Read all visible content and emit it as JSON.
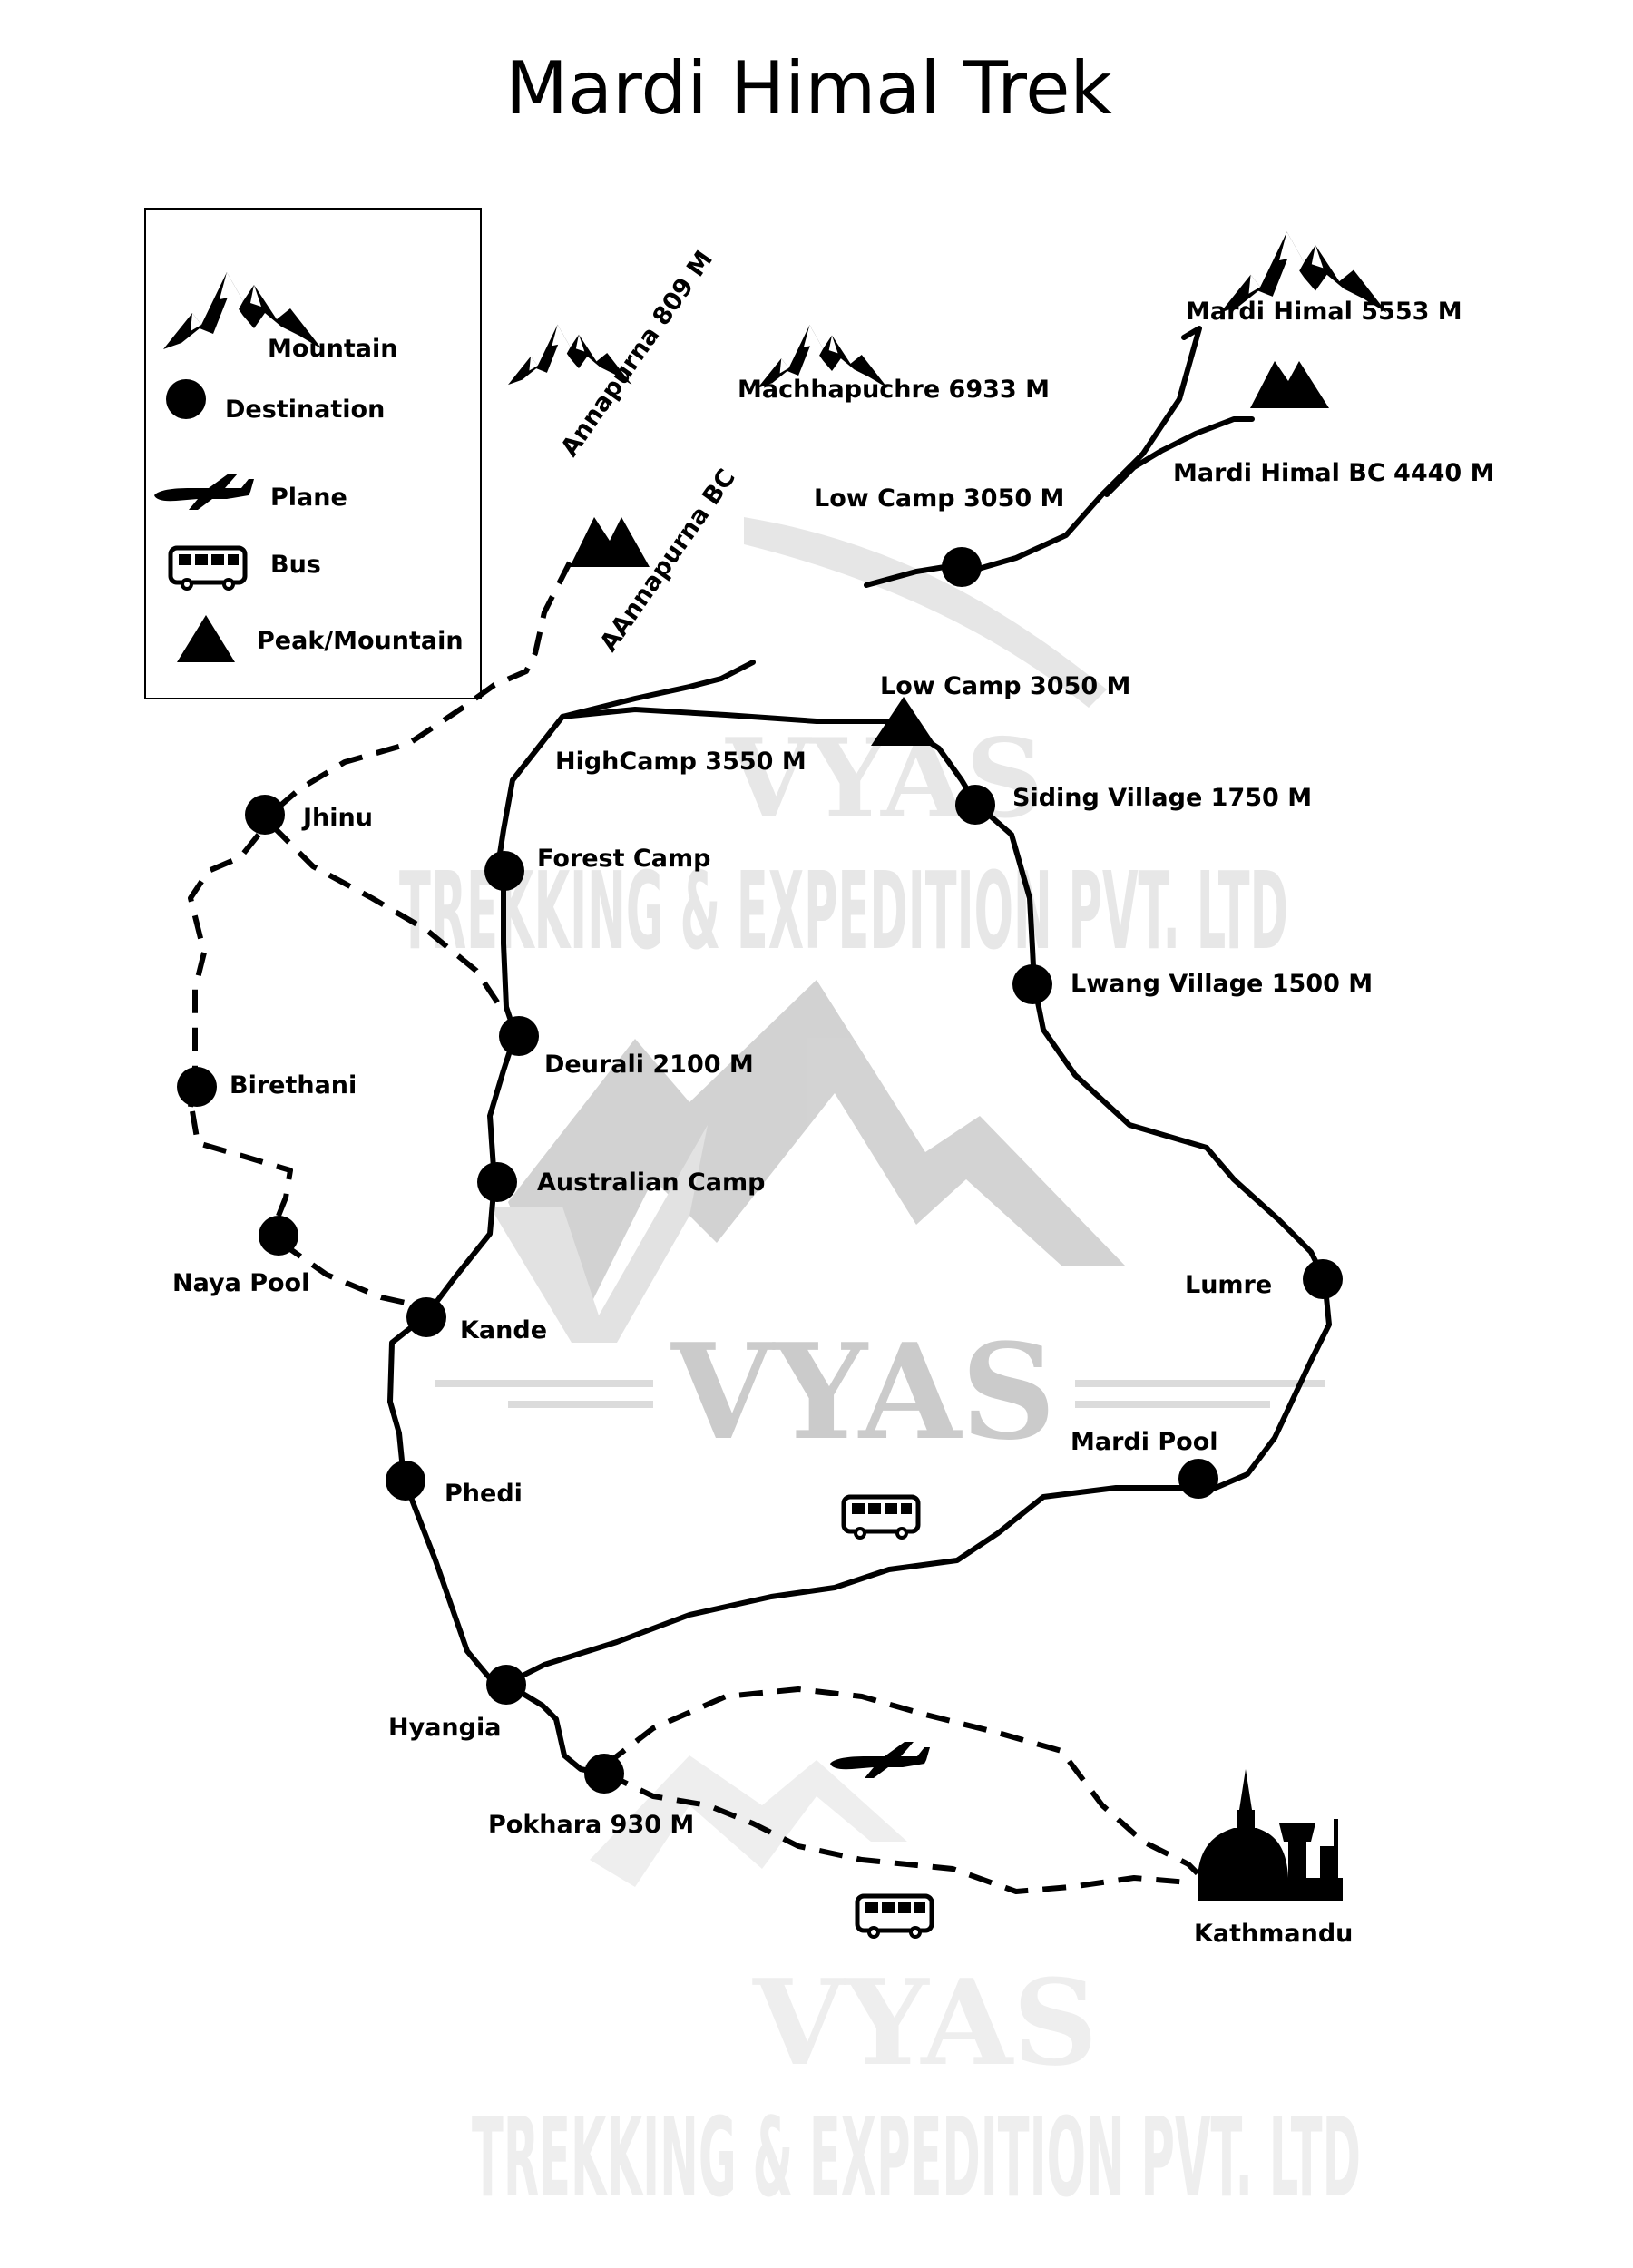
{
  "title": "Mardi Himal Trek",
  "legend": {
    "mountain": "Mountain",
    "destination": "Destination",
    "plane": "Plane",
    "bus": "Bus",
    "peak": "Peak/Mountain"
  },
  "mountains": {
    "annapurna": "Annapurna  809 M",
    "annapurna_bc": "AAnnapurna BC",
    "machhapuchre": "Machhapuchre 6933 M",
    "mardi_himal": "Mardi Himal 5553 M",
    "mardi_himal_bc": "Mardi Himal  BC 4440 M"
  },
  "places": {
    "low_camp_top": "Low Camp 3050 M",
    "low_camp": "Low Camp 3050 M",
    "high_camp": "HighCamp 3550 M",
    "siding": "Siding Village 1750 M",
    "jhinu": "Jhinu",
    "forest_camp": "Forest Camp",
    "lwang": "Lwang Village 1500 M",
    "deurali": "Deurali 2100 M",
    "birethani": "Birethani",
    "australian_camp": "Australian Camp",
    "naya_pool": "Naya Pool",
    "lumre": "Lumre",
    "kande": "Kande",
    "mardi_pool": "Mardi Pool",
    "phedi": "Phedi",
    "hyangia": "Hyangia",
    "pokhara": "Pokhara 930 M",
    "kathmandu": "Kathmandu"
  },
  "watermark": {
    "brand": "VYAS",
    "company": "TREKKING & EXPEDITION PVT. LTD"
  },
  "colors": {
    "ink": "#000000",
    "watermark": "#c4c4c4"
  }
}
